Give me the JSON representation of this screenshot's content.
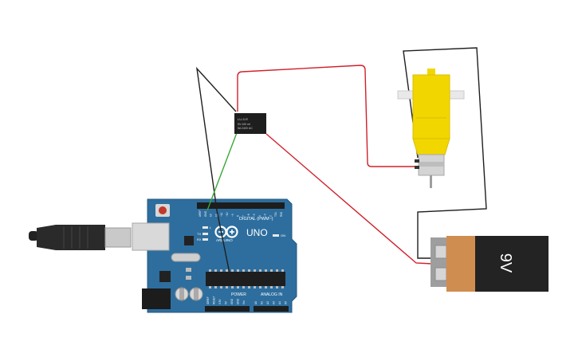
{
  "arduino": {
    "brand_label": "UNO",
    "logo_sub_label": "ARDUINO",
    "digital_header_label": "DIGITAL (PWM~)",
    "power_header_label": "POWER",
    "analog_header_label": "ANALOG IN",
    "on_label": "ON",
    "tx_label": "TX",
    "rx_label": "RX",
    "l_label": "L",
    "digital_pin_labels": [
      "AREF",
      "GND",
      "13",
      "12",
      "~11",
      "~10",
      "~9",
      "8",
      "7",
      "~6",
      "~5",
      "4",
      "~3",
      "2",
      "TX1",
      "RX0"
    ],
    "power_pin_labels": [
      "IOREF",
      "RESET",
      "3.3V",
      "5V",
      "GND",
      "GND",
      "Vin"
    ],
    "analog_pin_labels": [
      "A0",
      "A1",
      "A2",
      "A3",
      "A4",
      "A5"
    ],
    "board_color": "#2d6e9e"
  },
  "relay": {
    "top_label": "LU-5-R",
    "line1": "5V-100 ml",
    "line2": "5A 240V AC"
  },
  "battery": {
    "voltage_label": "9V",
    "body_color": "#cf8d4f"
  },
  "motor": {
    "body_color": "#f2d600"
  },
  "wires": {
    "red": "#d0202a",
    "black": "#1f1f1f",
    "green": "#3aa83a"
  }
}
